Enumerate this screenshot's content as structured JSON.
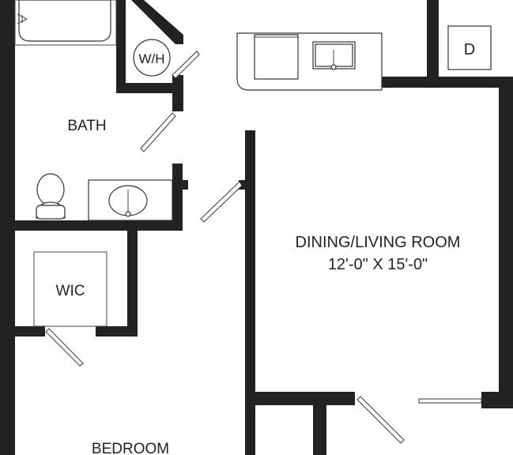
{
  "floorplan": {
    "rooms": {
      "bath": "BATH",
      "wic": "WIC",
      "bedroom": "BEDROOM",
      "dining_living": "DINING/LIVING ROOM",
      "dining_living_size": "12'-0\" X 15'-0\""
    },
    "appliances": {
      "water_heater": "W/H",
      "dryer": "D"
    }
  }
}
